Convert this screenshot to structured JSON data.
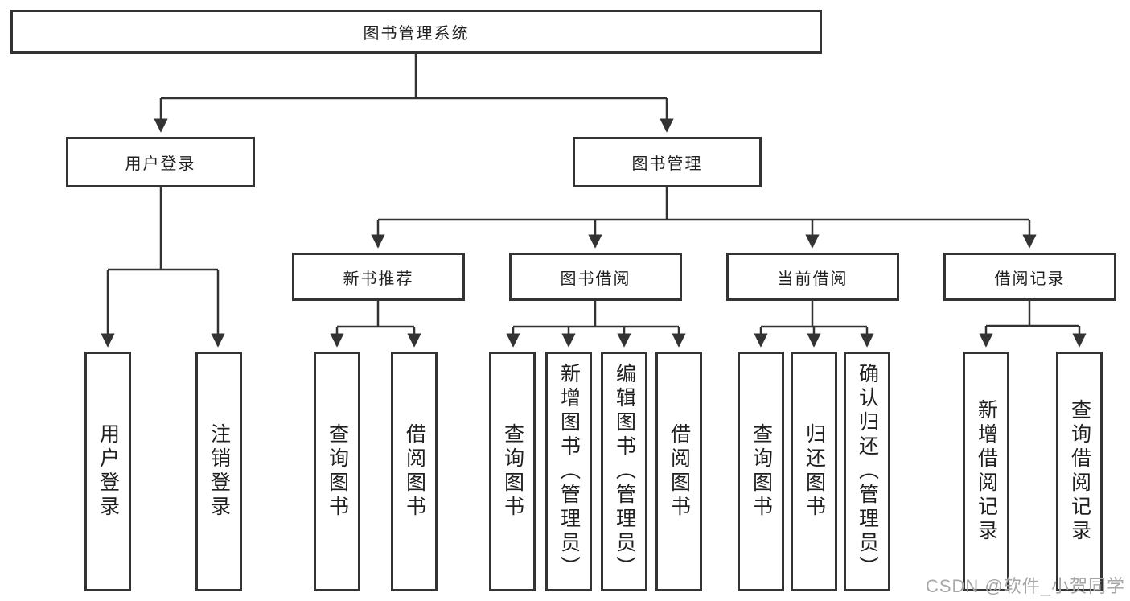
{
  "diagram": {
    "root": {
      "label": "图书管理系统"
    },
    "branches": [
      {
        "label": "用户登录",
        "children": [
          {
            "label": "用户登录"
          },
          {
            "label": "注销登录"
          }
        ]
      },
      {
        "label": "图书管理",
        "children": [
          {
            "label": "新书推荐",
            "children": [
              {
                "label": "查询图书"
              },
              {
                "label": "借阅图书"
              }
            ]
          },
          {
            "label": "图书借阅",
            "children": [
              {
                "label": "查询图书"
              },
              {
                "label": "新增图书（管理员）"
              },
              {
                "label": "编辑图书（管理员）"
              },
              {
                "label": "借阅图书"
              }
            ]
          },
          {
            "label": "当前借阅",
            "children": [
              {
                "label": "查询图书"
              },
              {
                "label": "归还图书"
              },
              {
                "label": "确认归还（管理员）"
              }
            ]
          },
          {
            "label": "借阅记录",
            "children": [
              {
                "label": "新增借阅记录"
              },
              {
                "label": "查询借阅记录"
              }
            ]
          }
        ]
      }
    ]
  },
  "watermark": {
    "text": "CSDN @软件_小贺同学"
  },
  "colors": {
    "line": "#333333",
    "text": "#1f1f1f",
    "background": "#ffffff",
    "watermark": "#a6a6a6"
  }
}
